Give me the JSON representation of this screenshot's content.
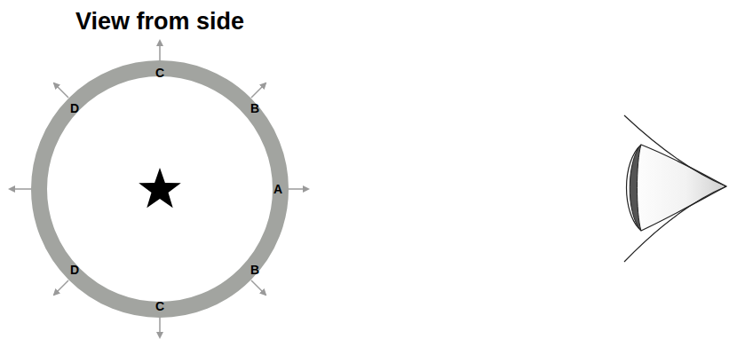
{
  "diagram": {
    "title": "View from side",
    "labels": [
      "C",
      "D",
      "B",
      "A",
      "D",
      "B",
      "C"
    ]
  }
}
